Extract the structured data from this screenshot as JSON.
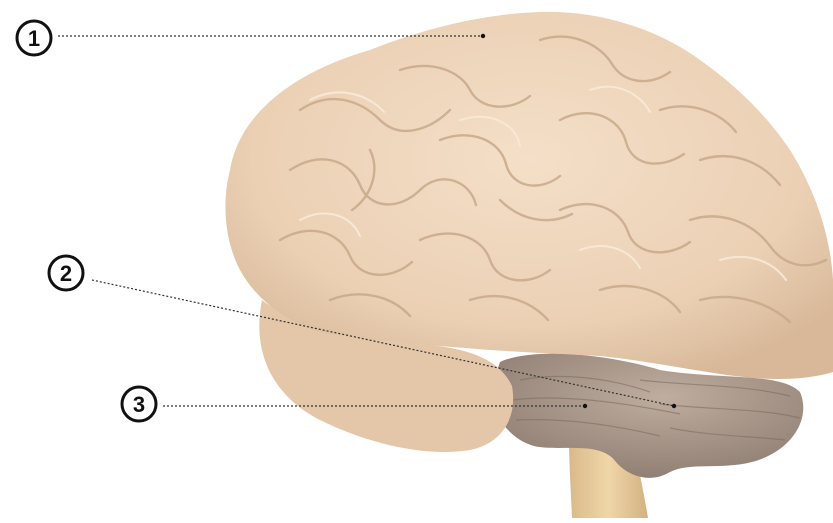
{
  "diagram": {
    "labels": [
      {
        "id": "1",
        "text": "1"
      },
      {
        "id": "2",
        "text": "2"
      },
      {
        "id": "3",
        "text": "3"
      }
    ],
    "colors": {
      "background": "#ffffff",
      "cerebrum": "#ecd2b8",
      "cerebrum_shadow": "#c9a98a",
      "cerebellum": "#a8978c",
      "brainstem": "#e6c99a",
      "leader_line": "#333333",
      "marker": "#111111"
    },
    "icon": "brain-illustration"
  }
}
